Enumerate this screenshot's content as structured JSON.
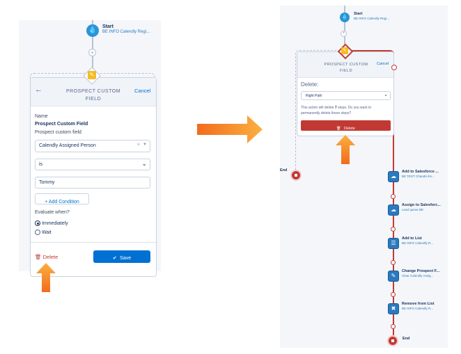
{
  "left": {
    "start_title": "Start",
    "start_subtitle": "BE INFO Calendly Regi...",
    "card": {
      "title_line1": "PROSPECT CUSTOM",
      "title_line2": "FIELD",
      "cancel": "Cancel",
      "name_label": "Name",
      "name_value": "Prospect Custom Field",
      "field_label": "Prospect custom field",
      "field_value": "Calendly Assigned Person",
      "operator_value": "is",
      "text_value": "Tommy",
      "add_condition": "+ Add Condition",
      "evaluate_label": "Evaluate when?",
      "options": [
        "Immediately",
        "Wait"
      ],
      "selected_option": 0,
      "delete": "Delete",
      "save": "Save"
    }
  },
  "right": {
    "start_title": "Start",
    "start_subtitle": "BE INFO Calendly Regi...",
    "card": {
      "title_line1": "PROSPECT CUSTOM",
      "title_line2": "FIELD",
      "cancel": "Cancel",
      "delete_label": "Delete:",
      "path_value": "Right Path",
      "warning_pre": "This action will delete ",
      "warning_count": "7",
      "warning_post": " steps. Do you want to permanently delete these steps?",
      "delete_button": "Delete"
    },
    "end_left": "End",
    "end_right": "End",
    "steps": [
      {
        "title": "Add to Salesforce ...",
        "sub": "BE TEST Chandni Ev...",
        "icon": "salesforce-cloud-icon"
      },
      {
        "title": "Assign to Salesforc...",
        "sub": "Lead queue BE",
        "icon": "salesforce-cloud-icon"
      },
      {
        "title": "Add to List",
        "sub": "BE INFO Calendly R...",
        "icon": "list-icon"
      },
      {
        "title": "Change Prospect F...",
        "sub": "Clear Calendly Assig...",
        "icon": "pencil-icon"
      },
      {
        "title": "Remove from List",
        "sub": "BE INFO Calendly R...",
        "icon": "x-icon"
      }
    ]
  },
  "colors": {
    "accent_blue": "#0070d2",
    "delete_red": "#c23934",
    "arrow_orange": "#f47a20",
    "path_red": "#c23934"
  }
}
